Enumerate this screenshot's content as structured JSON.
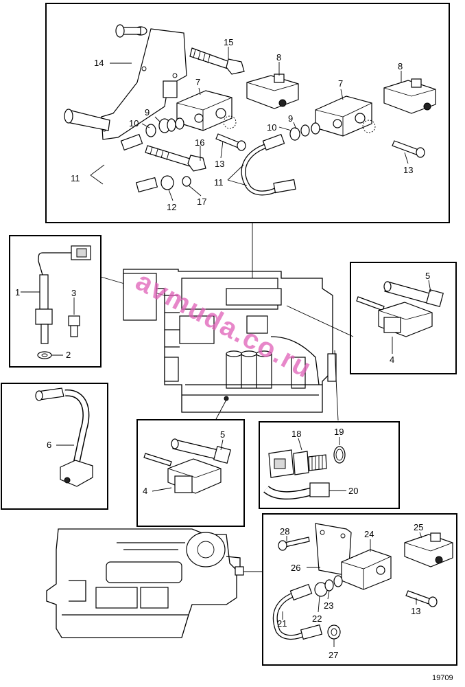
{
  "figure_number": "19709",
  "watermark": "avmuda.co.ru",
  "part_labels": {
    "p1": "1",
    "p2": "2",
    "p3": "3",
    "p4a": "4",
    "p4b": "4",
    "p5a": "5",
    "p5b": "5",
    "p6": "6",
    "p7a": "7",
    "p7b": "7",
    "p8a": "8",
    "p8b": "8",
    "p9a": "9",
    "p9b": "9",
    "p10a": "10",
    "p10b": "10",
    "p11a": "11",
    "p11b": "11",
    "p12": "12",
    "p13a": "13",
    "p13b": "13",
    "p13c": "13",
    "p14": "14",
    "p15": "15",
    "p16": "16",
    "p17": "17",
    "p18": "18",
    "p19": "19",
    "p20": "20",
    "p21": "21",
    "p22": "22",
    "p23": "23",
    "p24": "24",
    "p25": "25",
    "p26": "26",
    "p27": "27",
    "p28": "28"
  }
}
